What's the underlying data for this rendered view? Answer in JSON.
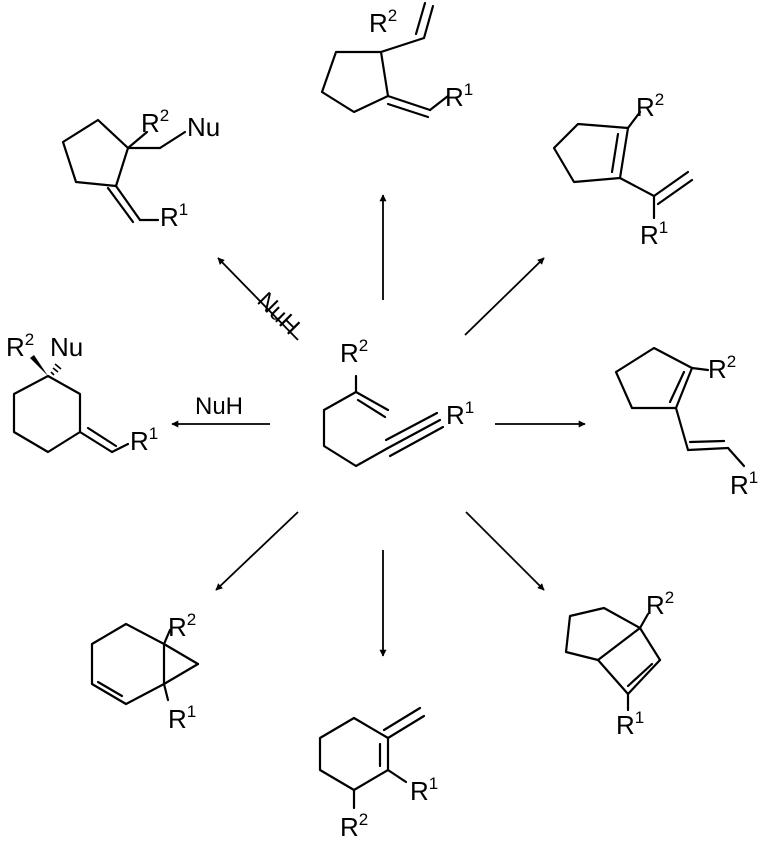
{
  "substituents": {
    "r1": "R",
    "r1_sup": "1",
    "r2": "R",
    "r2_sup": "2"
  },
  "nucleophile": "Nu",
  "reagent": "NuH",
  "colors": {
    "ink": "#000000",
    "background": "#ffffff"
  }
}
